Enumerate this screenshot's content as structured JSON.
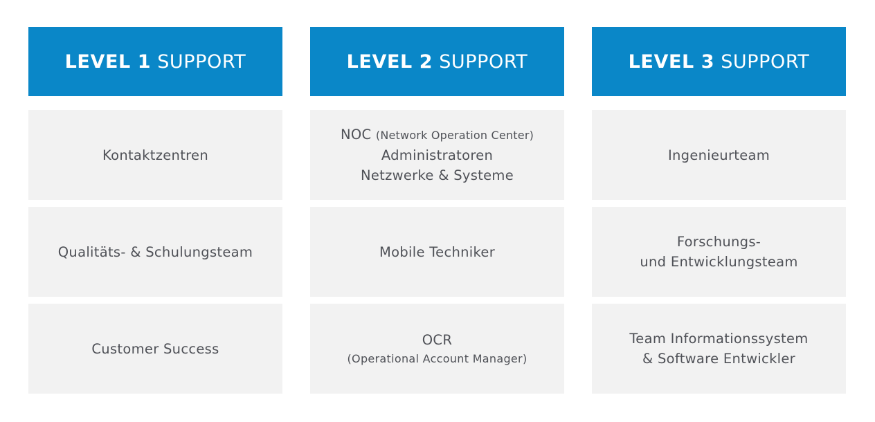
{
  "colors": {
    "header_bg": "#0a87c8",
    "header_text": "#ffffff",
    "cell_bg": "#f2f2f2",
    "cell_text": "#4f5157"
  },
  "columns": [
    {
      "header": {
        "level": "LEVEL 1",
        "suffix": "SUPPORT"
      },
      "cells": [
        {
          "line1": "Kontaktzentren"
        },
        {
          "line1": "Qualitäts- & Schulungsteam"
        },
        {
          "line1": "Customer Success"
        }
      ]
    },
    {
      "header": {
        "level": "LEVEL 2",
        "suffix": "SUPPORT"
      },
      "cells": [
        {
          "line1_main": "NOC",
          "line1_small": "(Network Operation Center)",
          "line2": "Administratoren",
          "line3": "Netzwerke & Systeme"
        },
        {
          "line1": "Mobile Techniker"
        },
        {
          "line1": "OCR",
          "line2": "(Operational Account Manager)"
        }
      ]
    },
    {
      "header": {
        "level": "LEVEL 3",
        "suffix": "SUPPORT"
      },
      "cells": [
        {
          "line1": "Ingenieurteam"
        },
        {
          "line1": "Forschungs-",
          "line2": "und Entwicklungsteam"
        },
        {
          "line1": "Team Informationssystem",
          "line2": "& Software Entwickler"
        }
      ]
    }
  ]
}
